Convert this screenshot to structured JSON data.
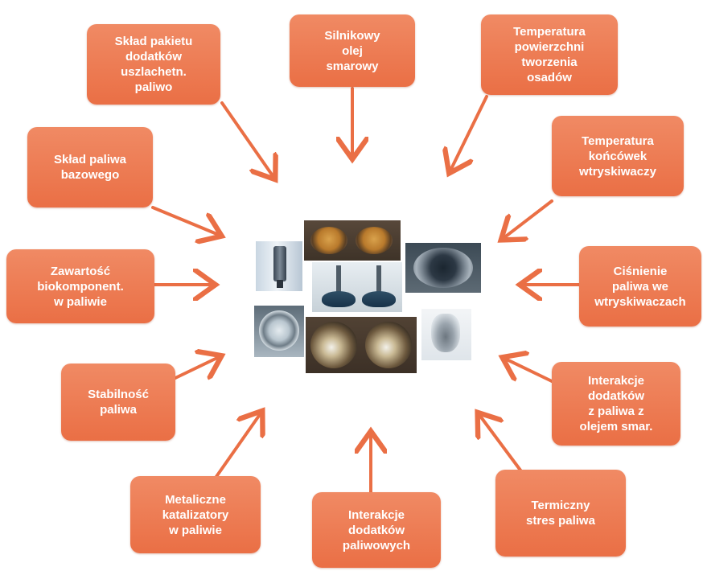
{
  "diagram": {
    "accent_color": "#ea6f45",
    "arrow_color": "#ea6f45",
    "factors": [
      "Skład pakietu\ndodatków\nuszlachetn.\npaliwo",
      "Silnikowy\nolej\nsmarowy",
      "Temperatura\npowierzchni\ntworzenia\nosadów",
      "Skład paliwa\nbazowego",
      "Temperatura\nkońcówek\nwtryskiwaczy",
      "Zawartość\nbiokomponent.\nw paliwie",
      "Ciśnienie\npaliwa we\nwtryskiwaczach",
      "Stabilność\npaliwa",
      "Interakcje\ndodatków\nz paliwa z\nolejem smar.",
      "Metaliczne\nkatalizatory\nw paliwie",
      "Interakcje\ndodatków\npaliwowych",
      "Termiczny\nstres paliwa"
    ],
    "center_image_icons": [
      "injector-photo-icon",
      "piston-deposits-photo-icon",
      "intake-valves-photo-icon",
      "combustion-chamber-photo-icon",
      "nozzle-face-photo-icon",
      "cylinder-head-ports-photo-icon",
      "spray-deposit-photo-icon"
    ]
  }
}
